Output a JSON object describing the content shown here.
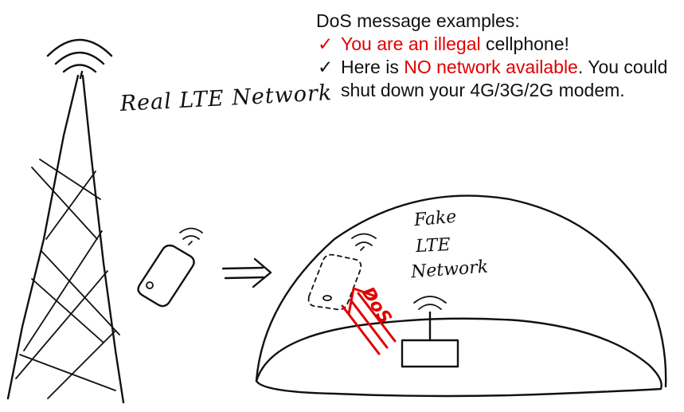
{
  "text_box": {
    "heading": "DoS message examples:",
    "items": [
      {
        "check": "✓",
        "check_color": "#e00000",
        "parts": [
          {
            "text": "You are an illegal",
            "color": "#e00000"
          },
          {
            "text": " cellphone!",
            "color": "#111111"
          }
        ]
      },
      {
        "check": "✓",
        "check_color": "#111111",
        "parts": [
          {
            "text": "Here is ",
            "color": "#111111"
          },
          {
            "text": "NO network available",
            "color": "#e00000"
          },
          {
            "text": ". You could shut down your 4G/3G/2G modem.",
            "color": "#111111"
          }
        ]
      }
    ]
  },
  "labels": {
    "real_network": "Real LTE Network",
    "fake_network": [
      "Fake",
      "LTE",
      "Network"
    ],
    "dos": "DoS"
  },
  "icons": [
    "cell-tower-icon",
    "phone-icon",
    "double-arrow-icon",
    "fake-base-station-dome-icon",
    "fake-router-icon",
    "ghost-phone-icon"
  ],
  "colors": {
    "accent_red": "#e00000",
    "ink": "#111111"
  }
}
